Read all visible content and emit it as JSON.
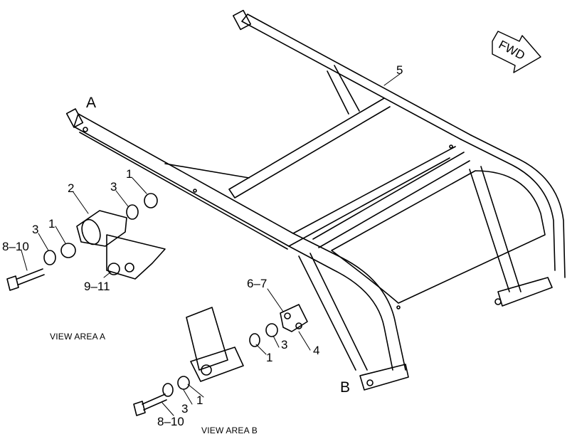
{
  "area_letters": {
    "a": "A",
    "b": "B"
  },
  "fwd_label": "FWD",
  "callouts": {
    "frame": "5",
    "a_bracket": "2",
    "a_washer_back": "1",
    "a_spacer_back": "3",
    "a_washer_front": "1",
    "a_spacer_front": "3",
    "a_bolt": "8–10",
    "a_nut": "9–11",
    "b_clip": "6–7",
    "b_plate": "4",
    "b_spacer_upper": "3",
    "b_washer_upper": "1",
    "b_spacer_lower": "3",
    "b_washer_lower": "1",
    "b_bolt": "8–10"
  },
  "captions": {
    "view_a": "VIEW AREA  A",
    "view_b": "VIEW AREA  B"
  }
}
